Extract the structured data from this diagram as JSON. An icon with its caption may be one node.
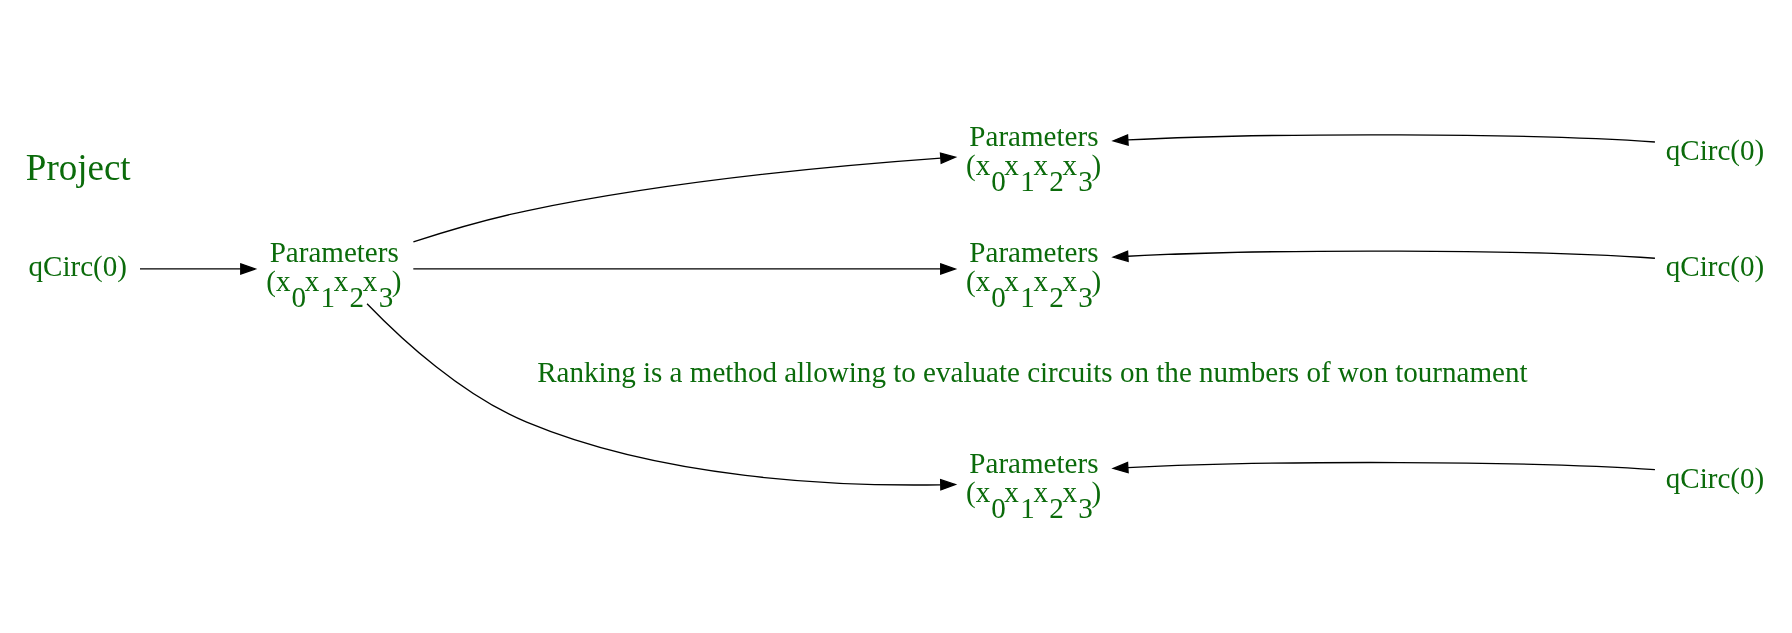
{
  "diagram": {
    "nodes": [
      {
        "text": [
          "qCirc(0)"
        ]
      },
      {
        "text": [
          "Parameters",
          "(x$_{0}$x$_{1}$x$_{2}$x$_{3}$)"
        ]
      },
      {
        "text": [
          "Parameters",
          "(x$_{0}$x$_{1}$x$_{2}$x$_{3}$)"
        ]
      },
      {
        "text": [
          "Parameters",
          "(x$_{0}$x$_{1}$x$_{2}$x$_{3}$)"
        ]
      },
      {
        "text": [
          "Parameters",
          "(x$_{0}$x$_{1}$x$_{2}$x$_{3}$)"
        ]
      },
      {
        "text": [
          "qCirc(0)"
        ]
      },
      {
        "text": [
          "qCirc(0)"
        ]
      },
      {
        "text": [
          "qCirc(0)"
        ]
      }
    ],
    "edges": [
      {
        "from": 0,
        "to": 1,
        "arrow": "to"
      },
      {
        "from": 1,
        "to": 2,
        "arrow": "to"
      },
      {
        "from": 1,
        "to": 3,
        "arrow": "to"
      },
      {
        "from": 1,
        "to": 4,
        "arrow": "to"
      },
      {
        "from": 5,
        "to": 2,
        "arrow": "to"
      },
      {
        "from": 6,
        "to": 3,
        "arrow": "to"
      },
      {
        "from": 7,
        "to": 4,
        "arrow": "to"
      }
    ],
    "labels": [
      "Ranking is a method allowing to evaluate circuits on the numbers of won tournament",
      "Project"
    ]
  }
}
